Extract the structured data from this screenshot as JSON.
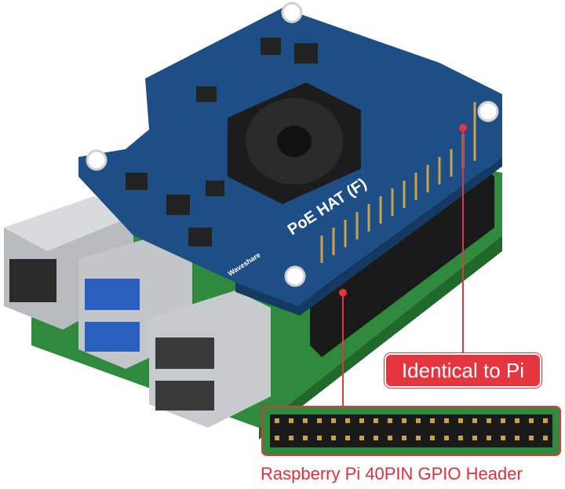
{
  "callout": {
    "label": "Identical to Pi"
  },
  "caption": {
    "label": "Raspberry Pi 40PIN GPIO Header"
  },
  "board": {
    "silkscreen": "PoE HAT (F)",
    "brand": "Waveshare"
  },
  "colors": {
    "accent_red": "#e5353f",
    "hat_blue": "#1d4f86",
    "pi_green": "#2f8a3d",
    "header_black": "#1a1a1a",
    "pin_gold": "#c9a24a"
  }
}
